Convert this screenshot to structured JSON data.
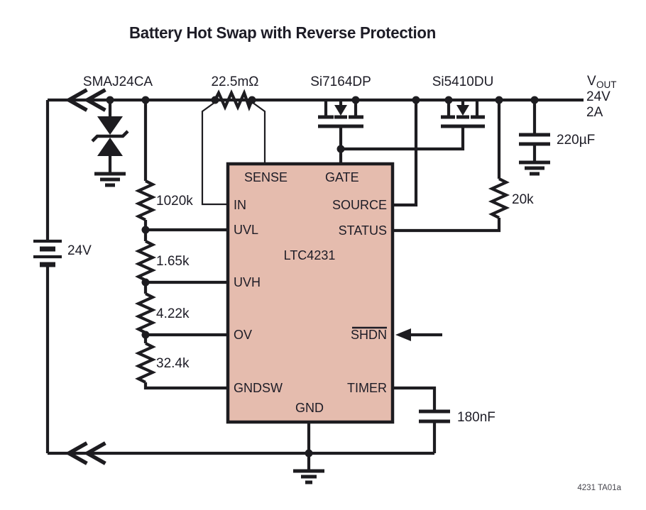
{
  "title": "Battery Hot Swap with Reverse Protection",
  "figure_label": "4231 TA01a",
  "ic": {
    "part": "LTC4231",
    "pins": {
      "sense": "SENSE",
      "gate": "GATE",
      "in": "IN",
      "uvl": "UVL",
      "uvh": "UVH",
      "ov": "OV",
      "gndsw": "GNDSW",
      "source": "SOURCE",
      "status": "STATUS",
      "shdn": "SHDN",
      "timer": "TIMER",
      "gnd": "GND"
    }
  },
  "components": {
    "tvs": {
      "part": "SMAJ24CA"
    },
    "rsense": {
      "value": "22.5mΩ"
    },
    "q1": {
      "part": "Si7164DP"
    },
    "q2": {
      "part": "Si5410DU"
    },
    "battery": {
      "value": "24V"
    },
    "divider": {
      "r1": "1020k",
      "r2": "1.65k",
      "r3": "4.22k",
      "r4": "32.4k"
    },
    "rstatus": {
      "value": "20k"
    },
    "cout": {
      "value": "220µF"
    },
    "ctimer": {
      "value": "180nF"
    }
  },
  "output": {
    "v": "V",
    "sub": "OUT",
    "voltage": "24V",
    "current": "2A"
  },
  "colors": {
    "wire": "#1d1c20",
    "text": "#1d1c26",
    "ic_fill": "#e5bcae",
    "bg": "#ffffff"
  }
}
